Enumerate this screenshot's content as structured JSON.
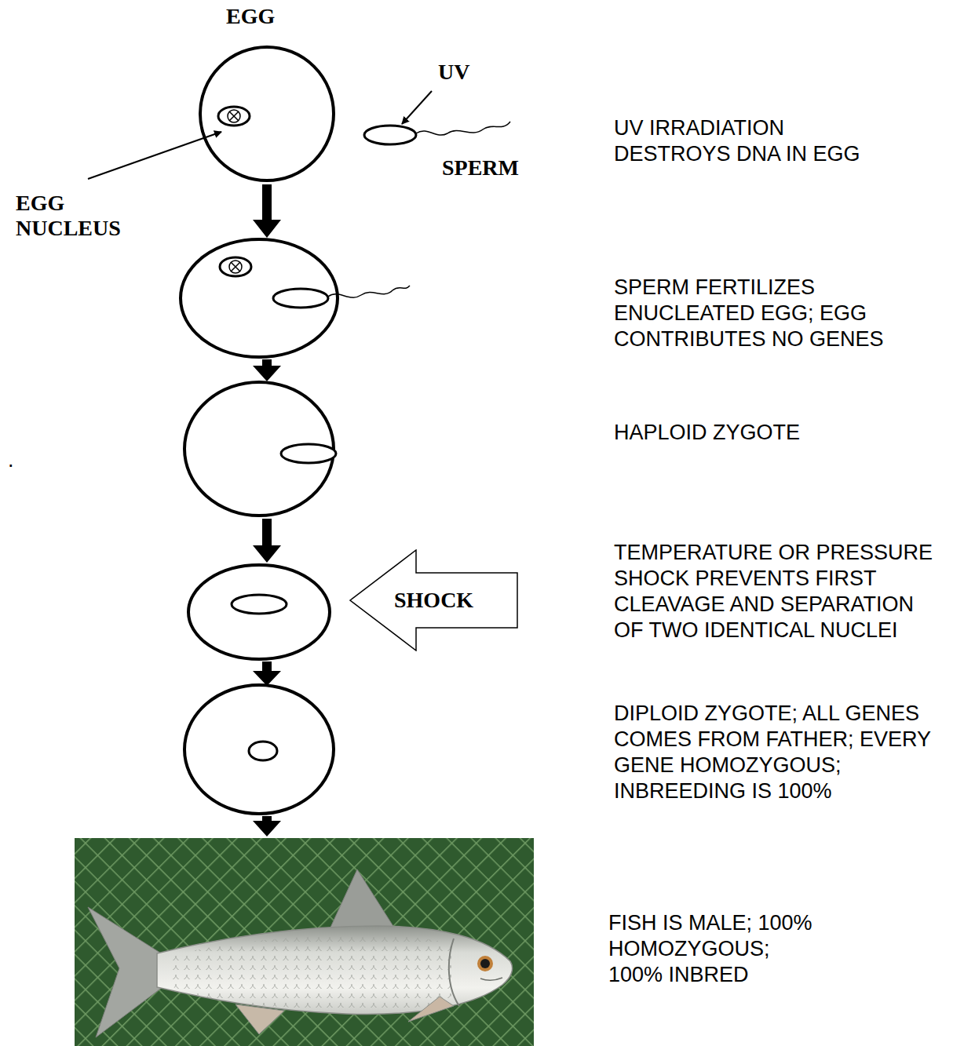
{
  "diagram": {
    "nodes": [
      {
        "text": [
          "SHOCK"
        ]
      }
    ],
    "labels": [
      "EGG",
      "UV",
      "UV IRRADIATION DESTROYS DNA IN EGG",
      "SPERM",
      "EGG NUCLEUS",
      "SPERM FERTILIZES ENUCLEATED EGG; EGG CONTRIBUTES NO GENES",
      ".",
      "HAPLOID ZYGOTE",
      "TEMPERATURE OR PRESSURE SHOCK PREVENTS FIRST CLEAVAGE AND SEPARATION OF TWO IDENTICAL NUCLEI",
      "DIPLOID ZYGOTE; ALL GENES COMES FROM FATHER; EVERY GENE HOMOZYGOUS; INBREEDING IS 100%",
      "FISH IS MALE; 100% HOMOZYGOUS; 100% INBRED"
    ]
  }
}
